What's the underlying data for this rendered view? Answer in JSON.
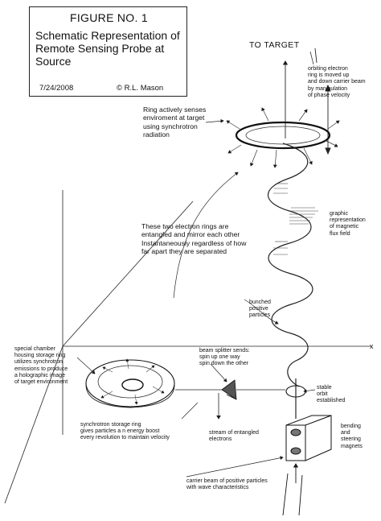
{
  "title_box": {
    "figure": "FIGURE NO. 1",
    "subtitle": "Schematic Representation of Remote Sensing Probe at Source",
    "date": "7/24/2008",
    "copyright": "© R.L. Mason"
  },
  "labels": {
    "to_target": "TO TARGET",
    "orbiting_ring": "orbiting electron\nring is moved up\nand down carrier beam\nby manipulation\nof phase velocity",
    "ring_senses": "Ring actively senses\nenviroment at target\nusing synchrotron\nradiation",
    "magnetic_flux": "graphic\nrepresentation\nof magnetic\nflux field",
    "entangled_rings": "These two electron rings are\nentangled and mirror each other\nInstantaneously regardless of how\nfar apart they are separated",
    "bunched_particles": "bunched\npositive\nparticles",
    "special_chamber": "special chamber\nhousing storage ring\nutilizes synchrotron\nemissions to produce\na holographic image\nof target environment",
    "beam_splitter": "beam splitter sends:\nspin up one way\nspin down the other",
    "stable_orbit": "stable\norbit\nestablished",
    "storage_ring": "synchrotron storage ring\ngives particles a n energy boost\nevery revolution to maintain velocity",
    "entangled_stream": "stream of entangled\nelectrons",
    "bending_magnets": "bending\nand\nsteering\nmagnets",
    "carrier_beam": "carrier beam of positive particles\nwith wave characteristics"
  },
  "axis_end": "x",
  "colors": {
    "ink": "#1a1a1a",
    "paper": "#ffffff"
  }
}
